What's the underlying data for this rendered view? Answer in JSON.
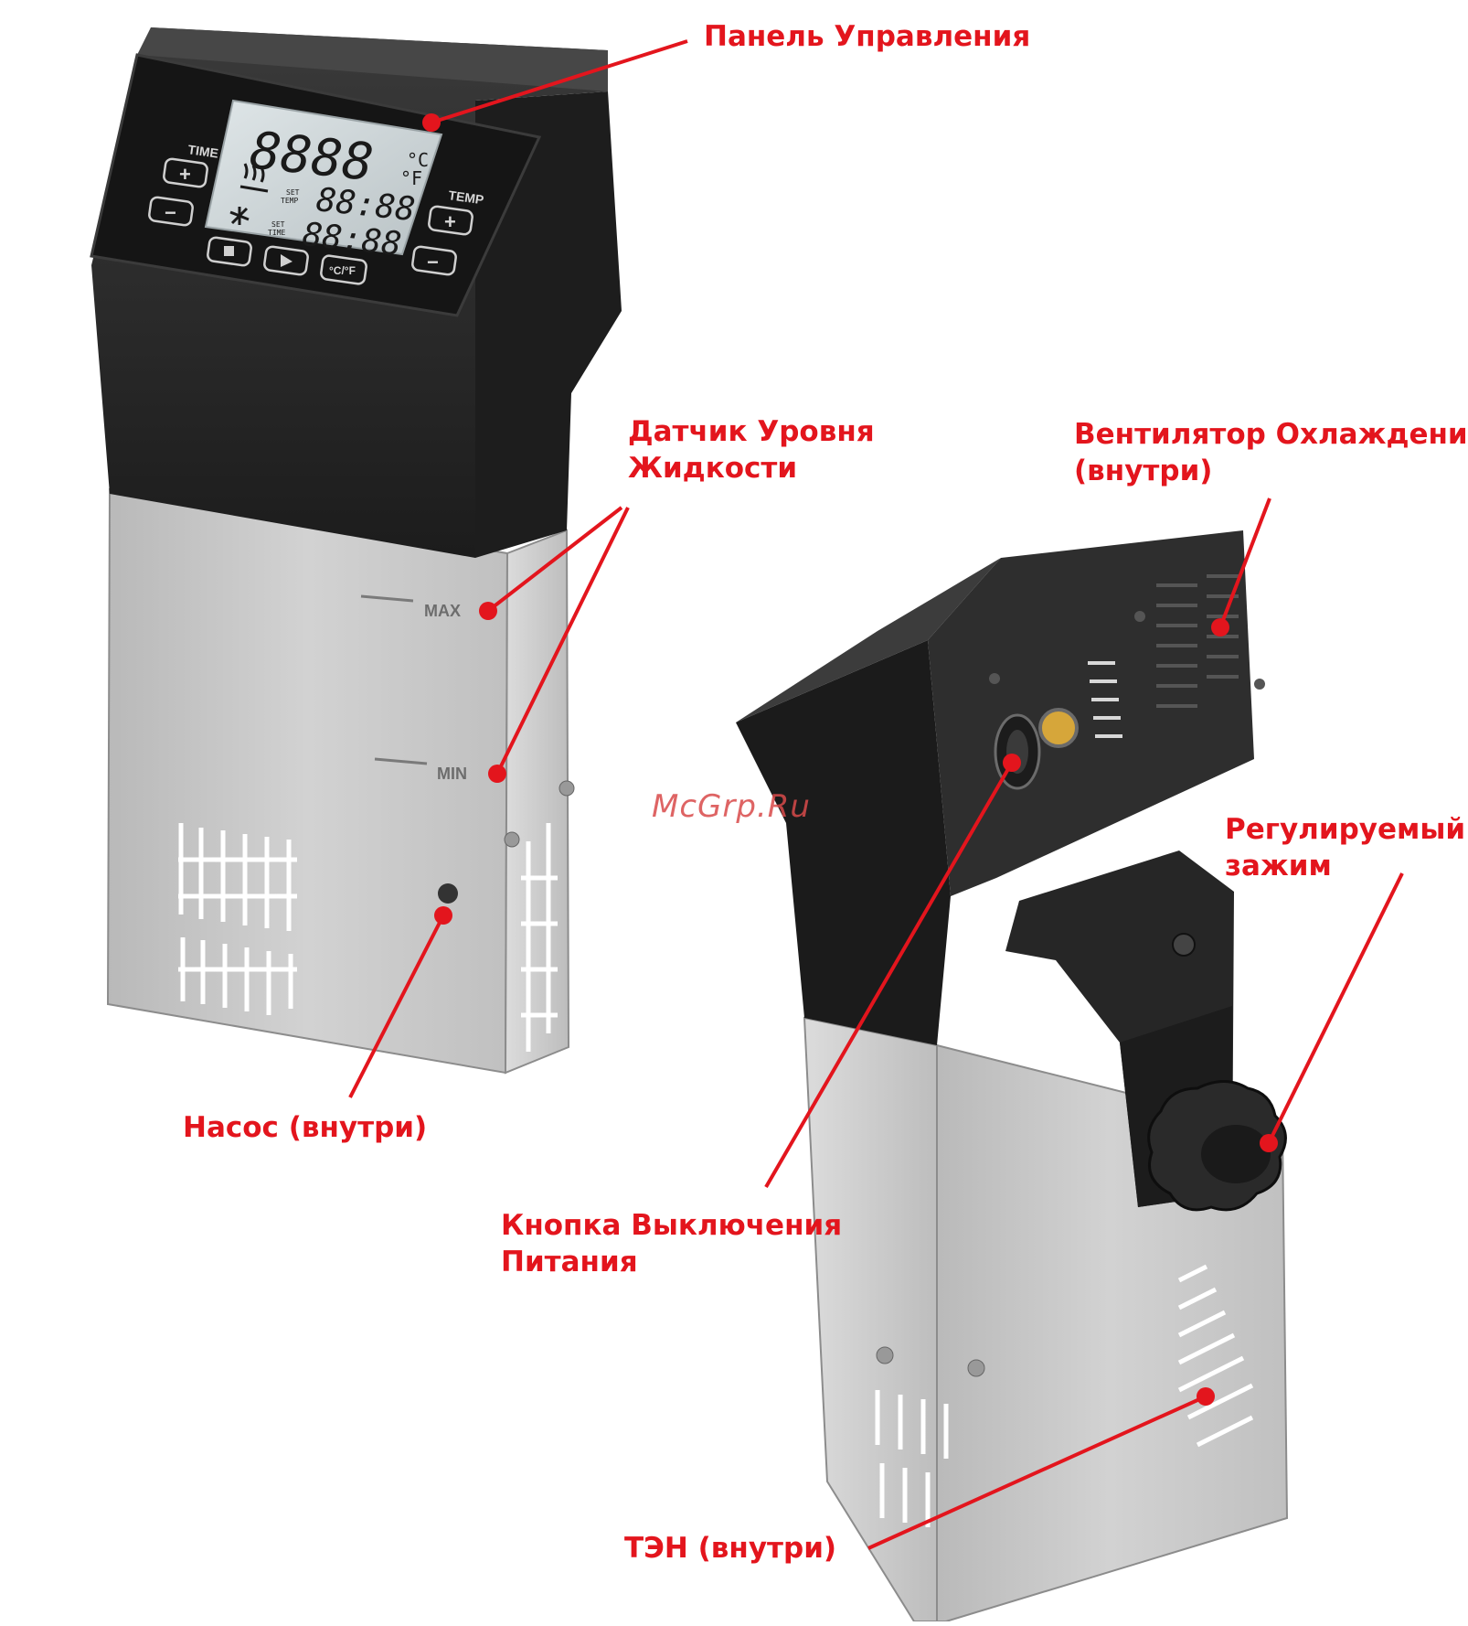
{
  "callouts": {
    "control_panel": "Панель Управления",
    "level_sensor": [
      "Датчик Уровня",
      "Жидкости"
    ],
    "cooling_fan": [
      "Вентилятор Охлаждения",
      "(внутри)"
    ],
    "adjustable_clamp": [
      "Регулируемый",
      "зажим"
    ],
    "pump": "Насос (внутри)",
    "power_button": [
      "Кнопка Выключения",
      "Питания"
    ],
    "heater": "ТЭН (внутри)"
  },
  "watermark": "McGrp.Ru",
  "device": {
    "time_label": "TIME",
    "temp_label": "TEMP",
    "plus": "+",
    "minus": "−",
    "unit_button": "°C/°F",
    "lcd_main": "8888",
    "lcd_row2": "88:88",
    "lcd_row3": "88:88",
    "lcd_c": "°C",
    "lcd_f": "°F",
    "set_temp_1": "SET",
    "set_temp_2": "TEMP",
    "set_time_1": "SET",
    "set_time_2": "TIME",
    "max_mark": "MAX",
    "min_mark": "MIN"
  },
  "colors": {
    "callout": "#e3151d",
    "housing_dark": "#2b2b2b",
    "steel": "#c2c2c2",
    "lcd": "#cfd6d8"
  }
}
